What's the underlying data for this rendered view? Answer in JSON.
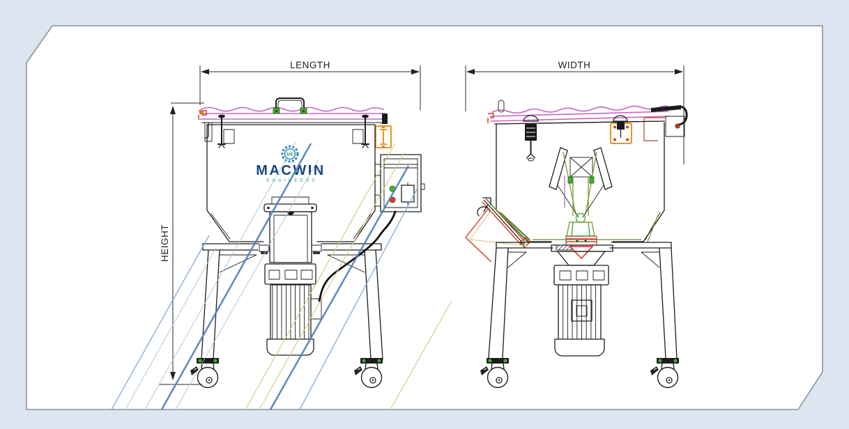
{
  "labels": {
    "length": "LENGTH",
    "width": "WIDTH",
    "height": "HEIGHT"
  },
  "logo": {
    "name": "MACWIN",
    "tagline": "ENGINEERS",
    "monogram": "ME"
  },
  "colors": {
    "canvas-bg": "#dce5f0",
    "sheet-fill": "#ffffff",
    "sheet-border": "#8a9199",
    "ink": "#1c1c1c",
    "dim": "#2a2a2a",
    "lid-pink": "#c966c4",
    "accent-green": "#47ab33",
    "olive-green": "#7fa33c",
    "accent-orange": "#e8961e",
    "accent-red": "#cf3b22",
    "brown-red": "#b0482f",
    "stray-blue": "#4d82b8",
    "stray-blue-light": "#a9c3de",
    "stray-tan": "#d9c78a",
    "logo-navy": "#16477c",
    "logo-blue": "#2e86c1",
    "logo-green": "#2fa84f"
  }
}
